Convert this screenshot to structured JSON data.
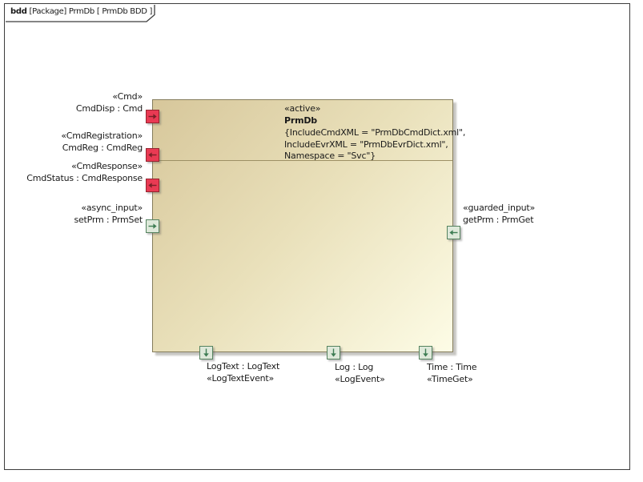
{
  "tab": {
    "keyword": "bdd",
    "rest": "[Package] PrmDb [ PrmDb BDD ]"
  },
  "block": {
    "stereotype": "«active»",
    "name": "PrmDb",
    "constraint_lines": [
      "{IncludeCmdXML = \"PrmDbCmdDict.xml\",",
      "IncludeEvrXML = \"PrmDbEvrDict.xml\",",
      "Namespace = \"Svc\"}"
    ]
  },
  "ports": {
    "cmd_disp": {
      "stereotype": "«Cmd»",
      "label": "CmdDisp : Cmd",
      "icon": "arrow-right-icon",
      "edge": "left"
    },
    "cmd_reg": {
      "stereotype": "«CmdRegistration»",
      "label": "CmdReg : CmdReg",
      "icon": "arrow-left-icon",
      "edge": "left"
    },
    "cmd_status": {
      "stereotype": "«CmdResponse»",
      "label": "CmdStatus : CmdResponse",
      "icon": "arrow-left-icon",
      "edge": "left"
    },
    "set_prm": {
      "stereotype": "«async_input»",
      "label": "setPrm : PrmSet",
      "icon": "arrow-right-icon",
      "edge": "left"
    },
    "get_prm": {
      "stereotype": "«guarded_input»",
      "label": "getPrm : PrmGet",
      "icon": "arrow-left-icon",
      "edge": "right"
    },
    "log_text": {
      "stereotype": "«LogTextEvent»",
      "label": "LogText : LogText",
      "icon": "arrow-down-icon",
      "edge": "bottom"
    },
    "log": {
      "stereotype": "«LogEvent»",
      "label": "Log : Log",
      "icon": "arrow-down-icon",
      "edge": "bottom"
    },
    "time": {
      "stereotype": "«TimeGet»",
      "label": "Time : Time",
      "icon": "arrow-down-icon",
      "edge": "bottom"
    }
  },
  "colors": {
    "command_port_fill": "#e93a53",
    "command_port_border": "#96242f",
    "input_port_fill": "#dee9da",
    "input_port_border": "#55835f",
    "block_gradient_start": "#d7c79b",
    "block_gradient_end": "#fdfce6",
    "frame_border": "#3c3c3c"
  }
}
